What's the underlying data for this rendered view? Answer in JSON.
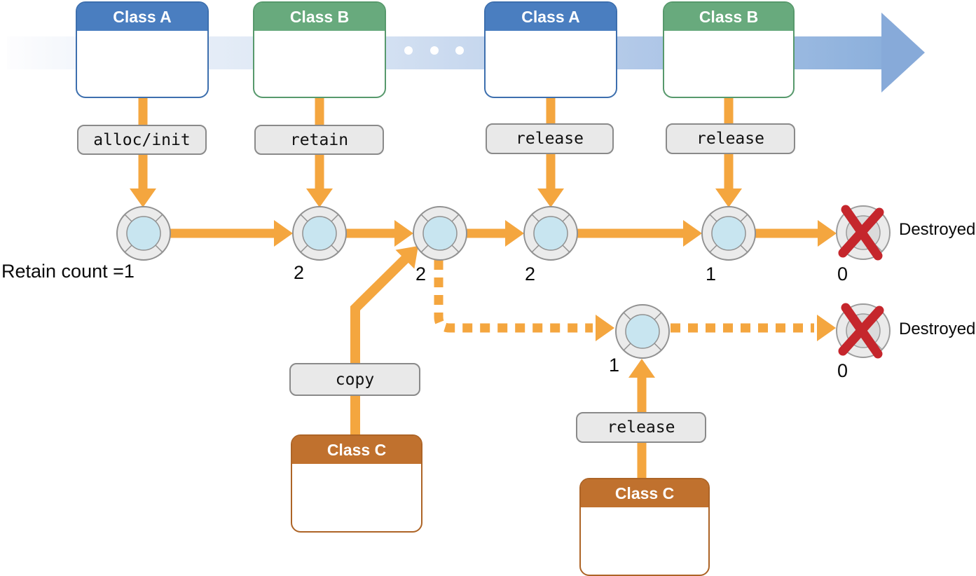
{
  "colors": {
    "arrow_orange": "#F4A63F",
    "timeline_blue_end": "#87AAD9",
    "class_a_header": "#4A7EC0",
    "class_b_header": "#68AA7D",
    "class_c_header": "#C0712E",
    "pill_background": "#E9E9E9",
    "object_inner_blue": "#C8E5F0",
    "object_ring_gray": "#EBEBEB",
    "destroyed_x_red": "#C5262C"
  },
  "class_boxes": {
    "a1": "Class A",
    "b1": "Class B",
    "a2": "Class A",
    "b2": "Class B",
    "c_copy": "Class C",
    "c_release": "Class C"
  },
  "operations": {
    "alloc_init": "alloc/init",
    "retain": "retain",
    "release_1": "release",
    "release_2": "release",
    "copy": "copy",
    "release_branch": "release"
  },
  "main_row": {
    "retain_count_label": "Retain count =1",
    "count_2": "2",
    "count_3": "2",
    "count_4": "2",
    "count_5": "1",
    "count_destroyed": "0",
    "destroyed_label": "Destroyed"
  },
  "branch_row": {
    "count_1": "1",
    "count_destroyed": "0",
    "destroyed_label": "Destroyed"
  }
}
